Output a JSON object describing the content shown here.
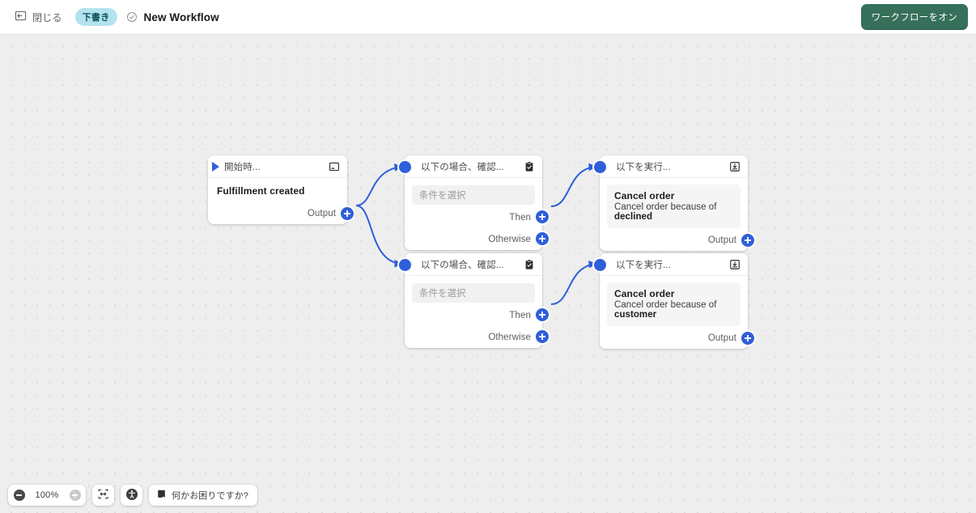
{
  "header": {
    "close_label": "閉じる",
    "close_icon": "exit-arrow-icon",
    "status_badge": "下書き",
    "check_icon": "check-circle-icon",
    "title": "New Workflow",
    "primary_button": "ワークフローをオン",
    "primary_button_color": "#36705a",
    "badge_color": "#b3e3ed"
  },
  "canvas": {
    "accent_color": "#2f5fd9",
    "background_color": "#eeeeee"
  },
  "nodes": {
    "trigger": {
      "head": "開始時...",
      "icon": "display-monitor-icon",
      "title": "Fulfillment created",
      "output_label": "Output"
    },
    "condition_1": {
      "head": "以下の場合、確認...",
      "icon": "clipboard-check-icon",
      "field_placeholder": "条件を選択",
      "then_label": "Then",
      "otherwise_label": "Otherwise"
    },
    "condition_2": {
      "head": "以下の場合、確認...",
      "icon": "clipboard-check-icon",
      "field_placeholder": "条件を選択",
      "then_label": "Then",
      "otherwise_label": "Otherwise"
    },
    "action_1": {
      "head": "以下を実行...",
      "icon": "save-download-icon",
      "title": "Cancel order",
      "description_prefix": "Cancel order because of ",
      "description_emphasis": "declined",
      "output_label": "Output"
    },
    "action_2": {
      "head": "以下を実行...",
      "icon": "save-download-icon",
      "title": "Cancel order",
      "description_prefix": "Cancel order because of ",
      "description_emphasis": "customer",
      "output_label": "Output"
    }
  },
  "toolbar": {
    "zoom_out_icon": "minus-circle-icon",
    "zoom_level": "100%",
    "zoom_in_icon": "plus-circle-icon",
    "fit_icon": "fit-to-screen-icon",
    "accessibility_icon": "accessibility-icon",
    "help_icon": "book-icon",
    "help_label": "何かお困りですか?"
  }
}
